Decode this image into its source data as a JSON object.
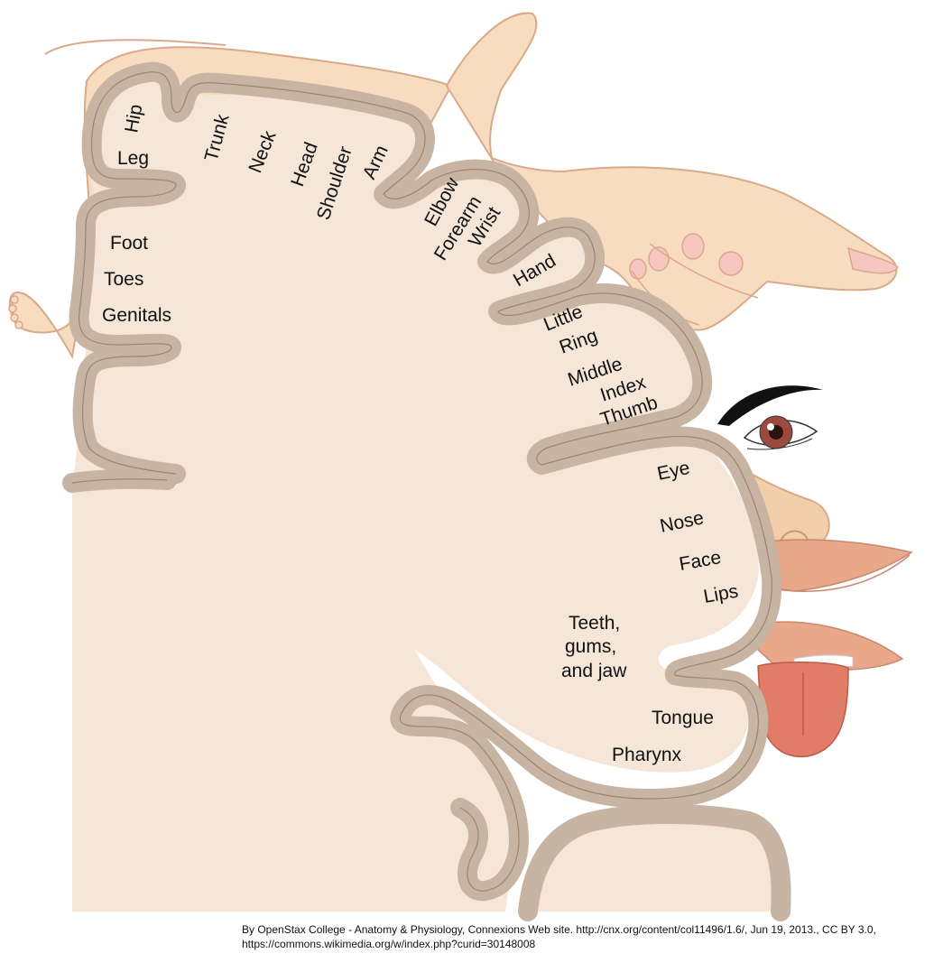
{
  "labels": {
    "hip": "Hip",
    "leg": "Leg",
    "trunk": "Trunk",
    "neck": "Neck",
    "head": "Head",
    "shoulder": "Shoulder",
    "arm": "Arm",
    "elbow": "Elbow",
    "forearm": "Forearm",
    "wrist": "Wrist",
    "hand": "Hand",
    "little": "Little",
    "ring": "Ring",
    "middle": "Middle",
    "index": "Index",
    "thumb": "Thumb",
    "foot": "Foot",
    "toes": "Toes",
    "genitals": "Genitals",
    "eye": "Eye",
    "nose": "Nose",
    "face": "Face",
    "lips": "Lips",
    "teeth_1": "Teeth,",
    "teeth_2": "gums,",
    "teeth_3": "and jaw",
    "tongue": "Tongue",
    "pharynx": "Pharynx"
  },
  "credit": {
    "text": "By OpenStax College - Anatomy & Physiology, Connexions Web site. http://cnx.org/content/col11496/1.6/, Jun 19, 2013., CC BY 3.0, https://commons.wikimedia.org/w/index.php?curid=30148008"
  },
  "colors": {
    "skin": "#f8dcc0",
    "skin_outline": "#d9a98a",
    "cortex_fill": "#f5e6d8",
    "cortex_band": "#c8b4a2",
    "cortex_outline": "#9c8470",
    "lips": "#e9a88a",
    "tongue": "#e07c68",
    "brow": "#111111",
    "iris": "#9b4a3e"
  }
}
